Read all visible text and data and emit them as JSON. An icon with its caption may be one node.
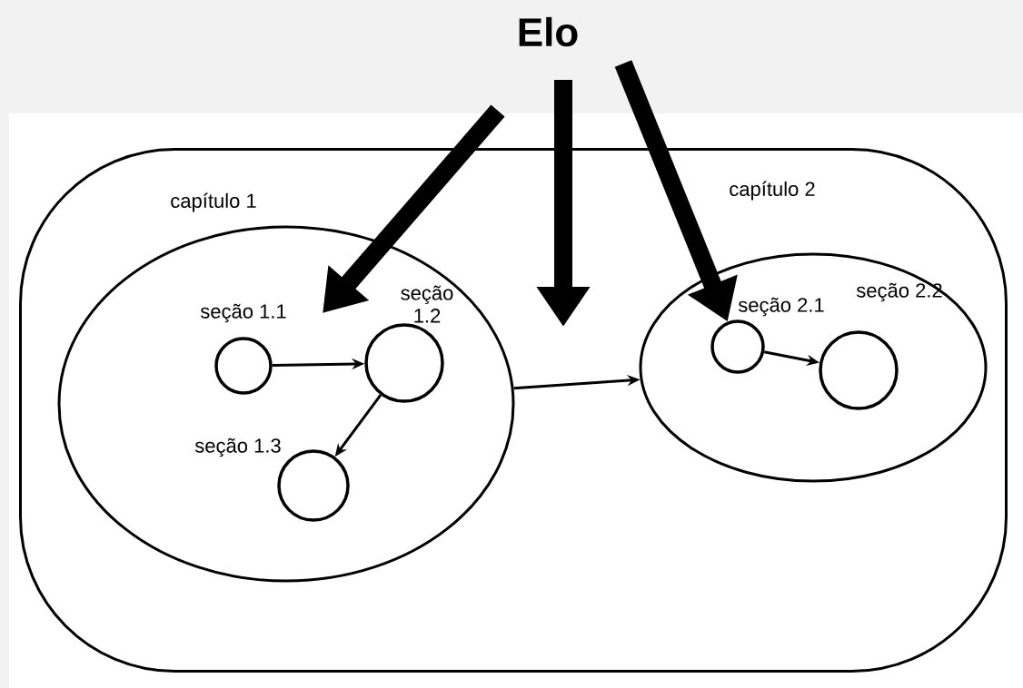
{
  "diagram": {
    "nodes": [
      {
        "text": [],
        "shape": "cloud"
      },
      {
        "text": [
          "capítulo 1"
        ],
        "in": 0
      },
      {
        "text": [
          "seção 1.1"
        ],
        "in": 1
      },
      {
        "text": [
          "seção 1.2"
        ],
        "in": 1
      },
      {
        "text": [
          "seção 1.3"
        ],
        "in": 1
      },
      {
        "text": [
          "capítulo 2"
        ],
        "in": 0
      },
      {
        "text": [
          "seção 2.1"
        ],
        "in": 5
      },
      {
        "text": [
          "seção 2.2"
        ],
        "in": 5
      },
      {
        "text": [
          "Elo"
        ]
      }
    ],
    "edges": [
      {
        "from": 2,
        "to": 3,
        "arrow": "to"
      },
      {
        "from": 3,
        "to": 4,
        "arrow": "to"
      },
      {
        "from": 1,
        "to": 5,
        "arrow": "to"
      },
      {
        "from": 6,
        "to": 7,
        "arrow": "to"
      },
      {
        "from": 8,
        "to": null,
        "arrow": "to",
        "style": "thick"
      },
      {
        "from": 8,
        "to": null,
        "arrow": "to",
        "style": "thick"
      },
      {
        "from": 8,
        "to": 6,
        "arrow": "to",
        "style": "thick"
      }
    ]
  }
}
